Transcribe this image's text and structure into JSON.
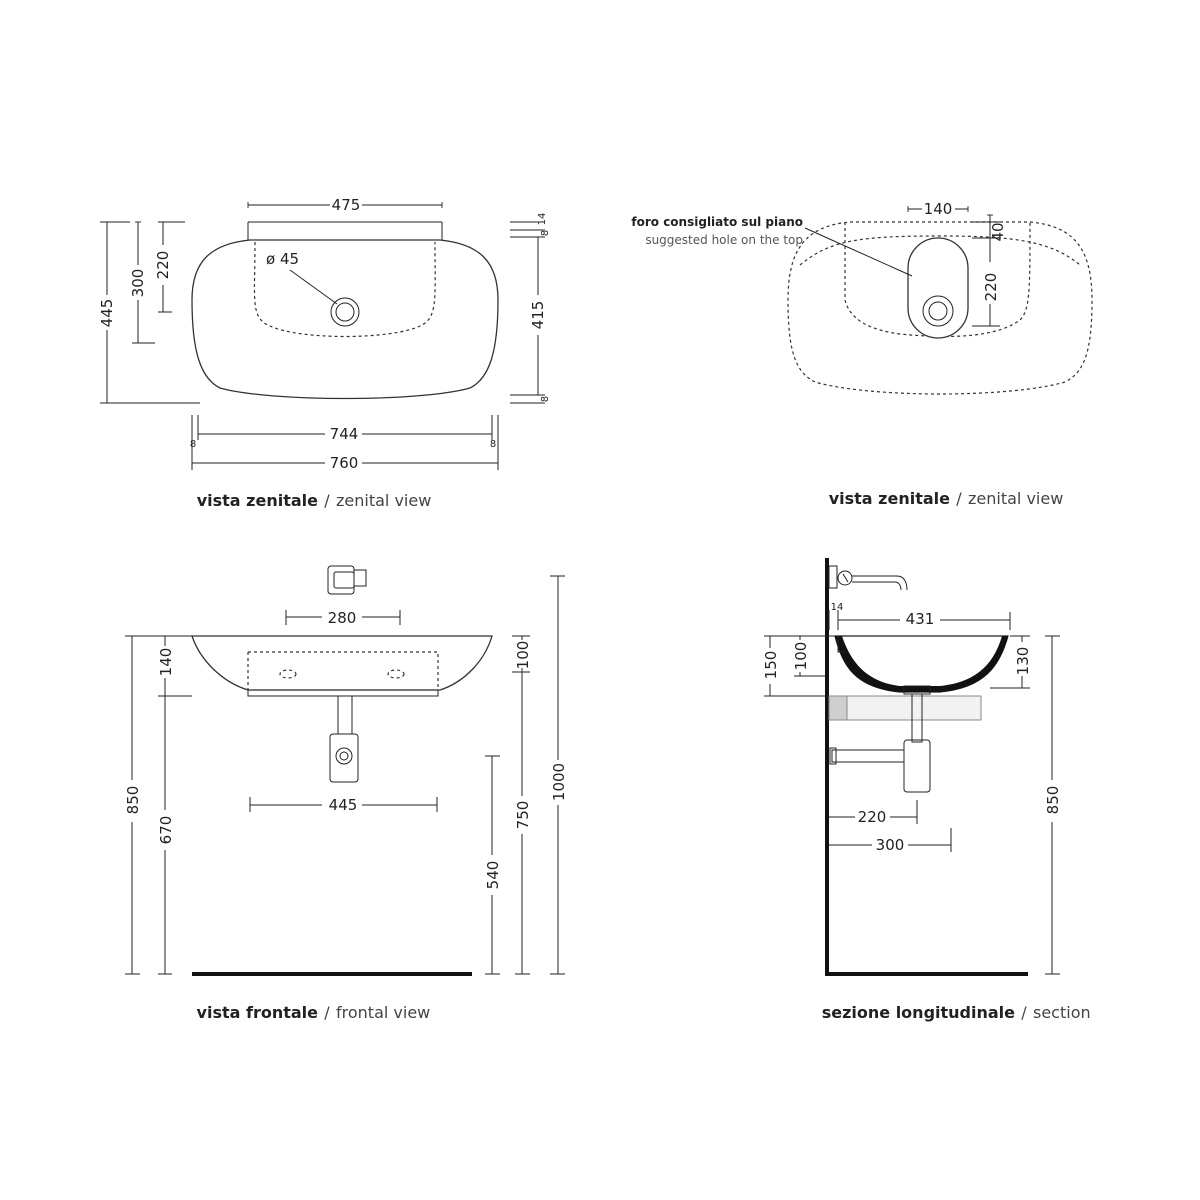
{
  "views": {
    "top_left": {
      "caption_bold": "vista zenitale",
      "caption_sep": "/",
      "caption_en": "zenital view",
      "dims": {
        "w475": "475",
        "d45": "ø 45",
        "h445": "445",
        "h300": "300",
        "h220": "220",
        "h415": "415",
        "t14": "14",
        "t8a": "8",
        "b8": "8",
        "w744": "744",
        "w760": "760",
        "s8l": "8",
        "s8r": "8"
      }
    },
    "top_right": {
      "caption_bold": "vista zenitale",
      "caption_sep": "/",
      "caption_en": "zenital view",
      "note_it": "foro consigliato sul piano",
      "note_en": "suggested hole on the top",
      "dims": {
        "w140": "140",
        "h40": "40",
        "h220": "220"
      }
    },
    "bottom_left": {
      "caption_bold": "vista frontale",
      "caption_sep": "/",
      "caption_en": "frontal view",
      "dims": {
        "w280": "280",
        "w445": "445",
        "h140": "140",
        "h850": "850",
        "h670": "670",
        "h100": "100",
        "h540": "540",
        "h750": "750",
        "h1000": "1000"
      }
    },
    "bottom_right": {
      "caption_bold": "sezione longitudinale",
      "caption_sep": "/",
      "caption_en": "section",
      "dims": {
        "t14": "14",
        "w431": "431",
        "h150": "150",
        "h100": "100",
        "h130": "130",
        "w220": "220",
        "w300": "300",
        "h850": "850"
      }
    }
  }
}
